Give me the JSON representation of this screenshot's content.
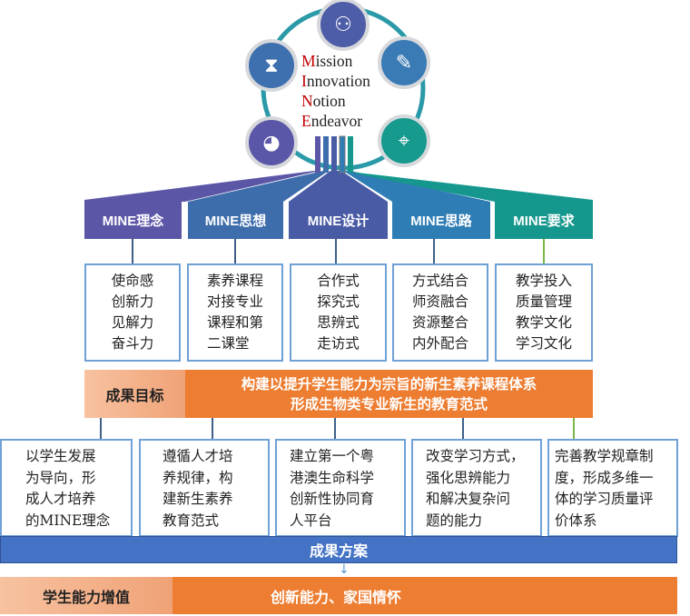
{
  "center": {
    "lines": [
      {
        "initial": "M",
        "rest": "ission"
      },
      {
        "initial": "I",
        "rest": "nnovation"
      },
      {
        "initial": "N",
        "rest": "otion"
      },
      {
        "initial": "E",
        "rest": "ndeavor"
      }
    ],
    "icons": [
      "two-heads-icon",
      "hourglass-icon",
      "document-edit-icon",
      "pie-chart-icon",
      "location-pin-icon"
    ]
  },
  "tabs": [
    {
      "label": "MINE理念",
      "color": "#5b56a6",
      "items": "使命感\n创新力\n见解力\n奋斗力"
    },
    {
      "label": "MINE思想",
      "color": "#3e6dac",
      "items": "素养课程\n对接专业\n课程和第\n二课堂"
    },
    {
      "label": "MINE设计",
      "color": "#4a5ba6",
      "items": "合作式\n探究式\n思辨式\n走访式"
    },
    {
      "label": "MINE思路",
      "color": "#2f7db5",
      "items": "方式结合\n师资融合\n资源整合\n内外配合"
    },
    {
      "label": "MINE要求",
      "color": "#15978d",
      "items": "教学投入\n质量管理\n教学文化\n学习文化"
    }
  ],
  "goal": {
    "label": "成果目标",
    "line1": "构建以提升学生能力为宗旨的新生素养课程体系",
    "line2": "形成生物类专业新生的教育范式"
  },
  "plans": [
    "以学生发展\n为导向，形\n成人才培养\n的MINE理念",
    "遵循人才培\n养规律，构\n建新生素养\n教育范式",
    "建立第一个粤\n港澳生命科学\n创新性协同育\n人平台",
    "改变学习方式，\n强化思辨能力\n和解决复杂问\n题的能力",
    "完善教学规章制\n度，形成多维一\n体的学习质量评\n价体系"
  ],
  "plan_label": "成果方案",
  "value": {
    "label": "学生能力增值",
    "text": "创新能力、家国情怀"
  },
  "colors": {
    "orange": "#ed7d31",
    "light_orange": "#f4b183",
    "blue": "#4472c4",
    "teal_ring": "#2a9aa8",
    "box_border": "#6fa0d6"
  }
}
